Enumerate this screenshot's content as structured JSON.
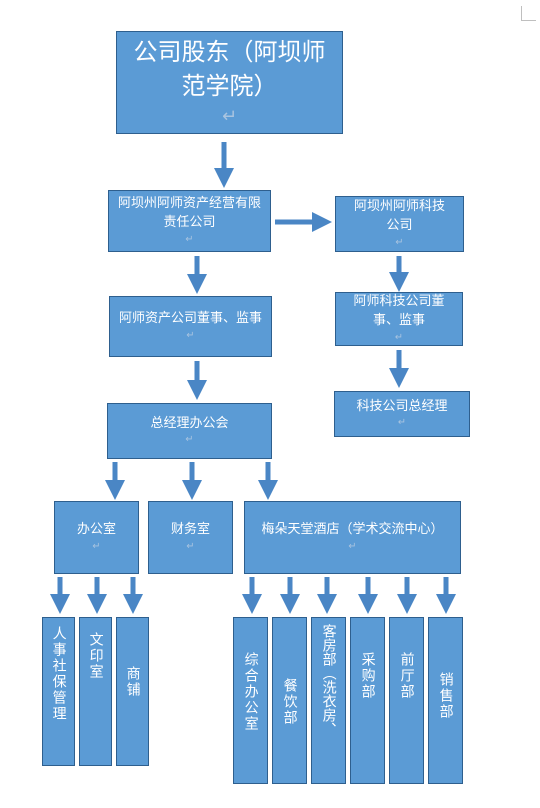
{
  "nodes": {
    "shareholder": "公司股东（阿坝师范学院）",
    "asset_company": "阿坝州阿师资产经营有限责任公司",
    "tech_company": "阿坝州阿师科技公司",
    "asset_board": "阿师资产公司董事、监事",
    "tech_board": "阿师科技公司董事、监事",
    "tech_gm": "科技公司总经理",
    "gm_office": "总经理办公会",
    "office": "办公室",
    "finance": "财务室",
    "hotel": "梅朵天堂酒店（学术交流中心）",
    "hr": "人事社保管理",
    "printing": "文印室",
    "shops": "商铺",
    "general_office": "综合办公室",
    "catering": "餐饮部",
    "housekeeping": "客房部（洗衣房、",
    "purchasing": "采购部",
    "front_office": "前厅部",
    "sales": "销售部"
  },
  "colors": {
    "box_fill": "#5b9bd5",
    "box_border": "#2e5f8e",
    "arrow": "#4a86c5",
    "text": "#ffffff"
  }
}
